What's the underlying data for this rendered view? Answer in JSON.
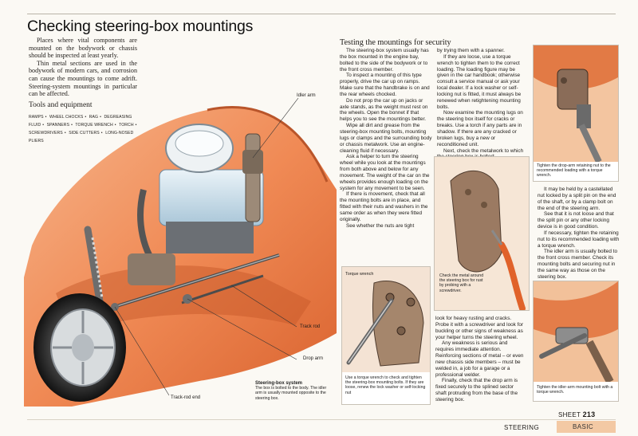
{
  "page": {
    "title": "Checking steering-box mountings",
    "intro": [
      "Places where vital components are mounted on the bodywork or chassis should be inspected at least yearly.",
      "Thin metal sections are used in the bodywork of modern cars, and corrosion can cause the mountings to come adrift. Steering-system mountings in particular can be affected."
    ],
    "tools": {
      "heading": "Tools and equipment",
      "items": [
        "Ramps",
        "Wheel chocks",
        "Rag",
        "Degreasing fluid",
        "Spanners",
        "Torque wrench",
        "Torch",
        "Screwdrivers",
        "Side cutters",
        "Long-nosed pliers"
      ]
    },
    "section_title": "Testing the mountings for security",
    "col1": [
      "The steering-box system usually has the box mounted in the engine bay, bolted to the side of the bodywork or to the front cross member.",
      "To inspect a mounting of this type properly, drive the car up on ramps. Make sure that the handbrake is on and the rear wheels chocked.",
      "Do not prop the car up on jacks or axle stands, as the weight must rest on the wheels. Open the bonnet if that helps you to see the mountings better.",
      "Wipe all dirt and grease from the steering-box mounting bolts, mounting lugs or clamps and the surrounding body or chassis metalwork. Use an engine-cleaning fluid if necessary.",
      "Ask a helper to turn the steering wheel while you look at the mountings from both above and below for any movement. The weight of the car on the wheels provides enough loading on the system for any movement to be seen.",
      "If there is movement, check that all the mounting bolts are in place, and fitted with their nuts and washers in the same order as when they were fitted originally.",
      "See whether the nuts are tight"
    ],
    "col2": [
      "by trying them with a spanner.",
      "If they are loose, use a torque wrench to tighten them to the correct loading. The loading figure may be given in the car handbook; otherwise consult a service manual or ask your local dealer. If a lock washer or self-locking nut is fitted, it must always be renewed when retightening mounting bolts.",
      "Now examine the mounting lugs on the steering box itself for cracks or breaks. Use a torch if any parts are in shadow. If there are any cracked or broken lugs, buy a new or reconditioned unit.",
      "Next, check the metalwork to which the steering box is bolted:"
    ],
    "col3": [
      "look for heavy rusting and cracks. Probe it with a screwdriver and look for buckling or other signs of weakness as your helper turns the steering wheel.",
      "Any weakness is serious and requires immediate attention. Reinforcing sections of metal – or even new chassis side members – must be welded in, a job for a garage or a professional welder.",
      "Finally, check that the drop arm is fixed securely to the splined sector shaft protruding from the base of the steering box."
    ],
    "col4": [
      "It may be held by a castellated nut locked by a split pin on the end of the shaft, or by a clamp bolt on the end of the steering arm.",
      "See that it is not loose and that the split pin or any other locking device is in good condition.",
      "If necessary, tighten the retaining nut to its recommended loading with a torque wrench.",
      "The idler arm is usually bolted to the front cross member. Check its mounting bolts and securing nut in the same way as those on the steering box."
    ],
    "main_caption": {
      "title": "Steering-box system",
      "text": "The box is bolted to the body. The idler arm is usually mounted opposite to the steering box."
    },
    "main_labels": {
      "idler_arm": "Idler arm",
      "track_rod": "Track rod",
      "drop_arm": "Drop arm",
      "track_rod_end": "Track-rod end"
    },
    "torque_box": {
      "label": "Torque wrench",
      "caption": "Use a torque wrench to check and tighten the steering-box mounting bolts. If they are loose, renew the lock washer or self-locking nut"
    },
    "probe_box": {
      "caption": "Check the metal around the steering box for rust by probing with a screwdriver."
    },
    "droparm_box": {
      "caption": "Tighten the drop-arm retaining nut to the recommended loading with a torque wrench."
    },
    "idler_box": {
      "caption": "Tighten the idler-arm mounting bolt with a torque wrench."
    },
    "footer": {
      "sheet_label": "SHEET",
      "sheet_number": "213",
      "section": "STEERING",
      "level": "BASIC"
    },
    "colors": {
      "car_orange": "#f08a55",
      "engine_blue": "#cde2ee",
      "footer_tab": "#f3c9a4"
    }
  }
}
